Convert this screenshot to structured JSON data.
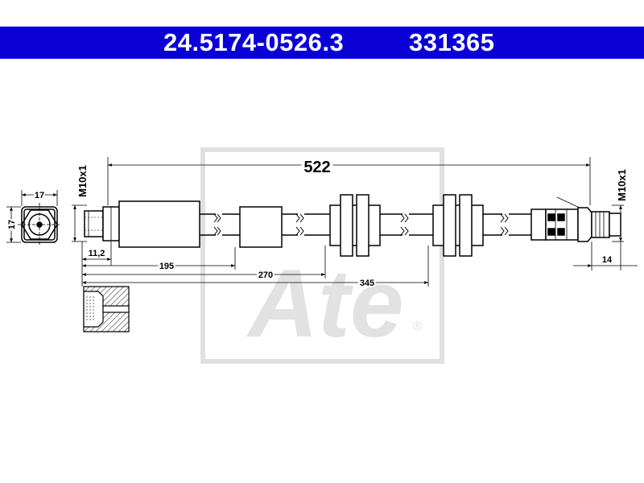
{
  "header": {
    "part_number": "24.5174-0526.3",
    "ref_number": "331365",
    "bg_color": "#0a00d6"
  },
  "dimensions": {
    "total_length": "522",
    "hex_width": "17",
    "hex_height": "17",
    "thread_left": "M10x1",
    "thread_right": "M10x1",
    "fitting_length": "11,2",
    "dist_1": "195",
    "dist_2": "270",
    "dist_3": "345",
    "end_length": "14"
  },
  "logo": {
    "text": "Ate",
    "mark": "®",
    "color": "#d8d8d8"
  }
}
